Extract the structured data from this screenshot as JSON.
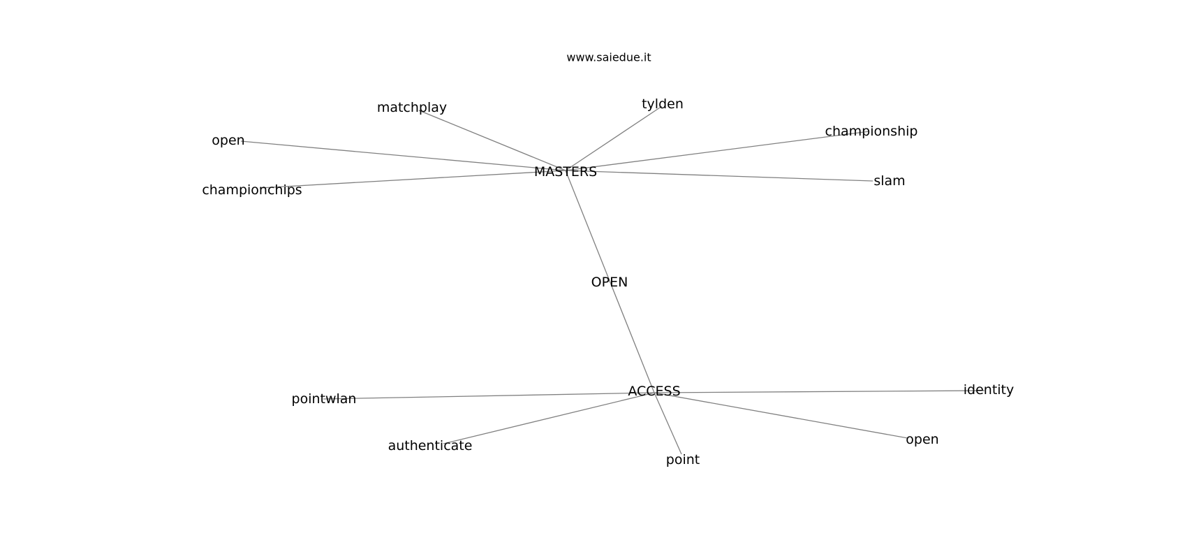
{
  "graph": {
    "caption": "www.saiedue.it",
    "colors": {
      "edge": "#808080",
      "label": "#000000",
      "background": "#ffffff"
    },
    "nodes": [
      {
        "id": "masters",
        "label": "MASTERS"
      },
      {
        "id": "open-center",
        "label": "OPEN"
      },
      {
        "id": "access",
        "label": "ACCESS"
      },
      {
        "id": "matchplay",
        "label": "matchplay"
      },
      {
        "id": "tylden",
        "label": "tylden"
      },
      {
        "id": "championship",
        "label": "championship"
      },
      {
        "id": "open-1",
        "label": "open"
      },
      {
        "id": "championchips",
        "label": "championchips"
      },
      {
        "id": "slam",
        "label": "slam"
      },
      {
        "id": "pointwlan",
        "label": "pointwlan"
      },
      {
        "id": "authenticate",
        "label": "authenticate"
      },
      {
        "id": "point",
        "label": "point"
      },
      {
        "id": "identity",
        "label": "identity"
      },
      {
        "id": "open-2",
        "label": "open"
      }
    ],
    "edges": [
      {
        "source": "masters",
        "target": "matchplay"
      },
      {
        "source": "masters",
        "target": "tylden"
      },
      {
        "source": "masters",
        "target": "championship"
      },
      {
        "source": "masters",
        "target": "open-1"
      },
      {
        "source": "masters",
        "target": "championchips"
      },
      {
        "source": "masters",
        "target": "slam"
      },
      {
        "source": "masters",
        "target": "access"
      },
      {
        "source": "access",
        "target": "pointwlan"
      },
      {
        "source": "access",
        "target": "authenticate"
      },
      {
        "source": "access",
        "target": "point"
      },
      {
        "source": "access",
        "target": "identity"
      },
      {
        "source": "access",
        "target": "open-2"
      }
    ]
  }
}
